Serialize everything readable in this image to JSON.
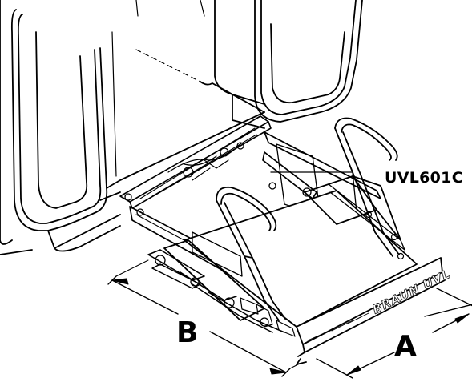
{
  "model": "UVL601C",
  "dimension_labels": {
    "a": "A",
    "b": "B"
  },
  "platform_brand": "BRAUN UVL",
  "colors": {
    "line": "#000000",
    "background": "#ffffff",
    "platform_shade": "#d9d9d9"
  }
}
